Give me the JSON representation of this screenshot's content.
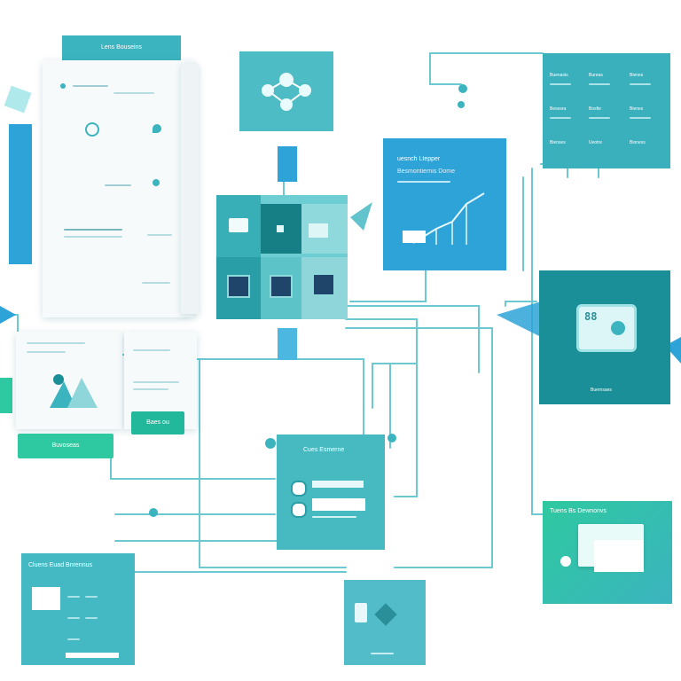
{
  "colors": {
    "teal": "#3bb4bf",
    "teal_dark": "#1a8f98",
    "blue": "#2ea3d8",
    "green": "#2ec9a0",
    "wire": "#5cc3cc"
  },
  "doc_panel": {
    "header": "Lens Bouseins"
  },
  "top_node": {
    "icon": "network-icon"
  },
  "chart_panel": {
    "title": "uesnch Ltepper",
    "subtitle": "Besmontiernis Dome"
  },
  "grid_panel": {
    "rows": [
      [
        "Buenasis",
        "Bureas",
        "Bienes"
      ],
      [
        "Besesra",
        "Bosfie",
        "Bienes"
      ],
      [
        "Bienses",
        "Ueotre",
        "Bioness"
      ]
    ]
  },
  "device_panel": {
    "display": "88",
    "caption": "Buernsaes"
  },
  "form_panel": {
    "title": "Cues Esmerne"
  },
  "gradient_panel": {
    "title": "Tuens Bs Dewnonvs"
  },
  "bottom_left_panel": {
    "title": "Cluens Euad Bnrennus"
  },
  "labels": {
    "left_button": "Buvoseas",
    "doc_button": "Baes ou"
  }
}
